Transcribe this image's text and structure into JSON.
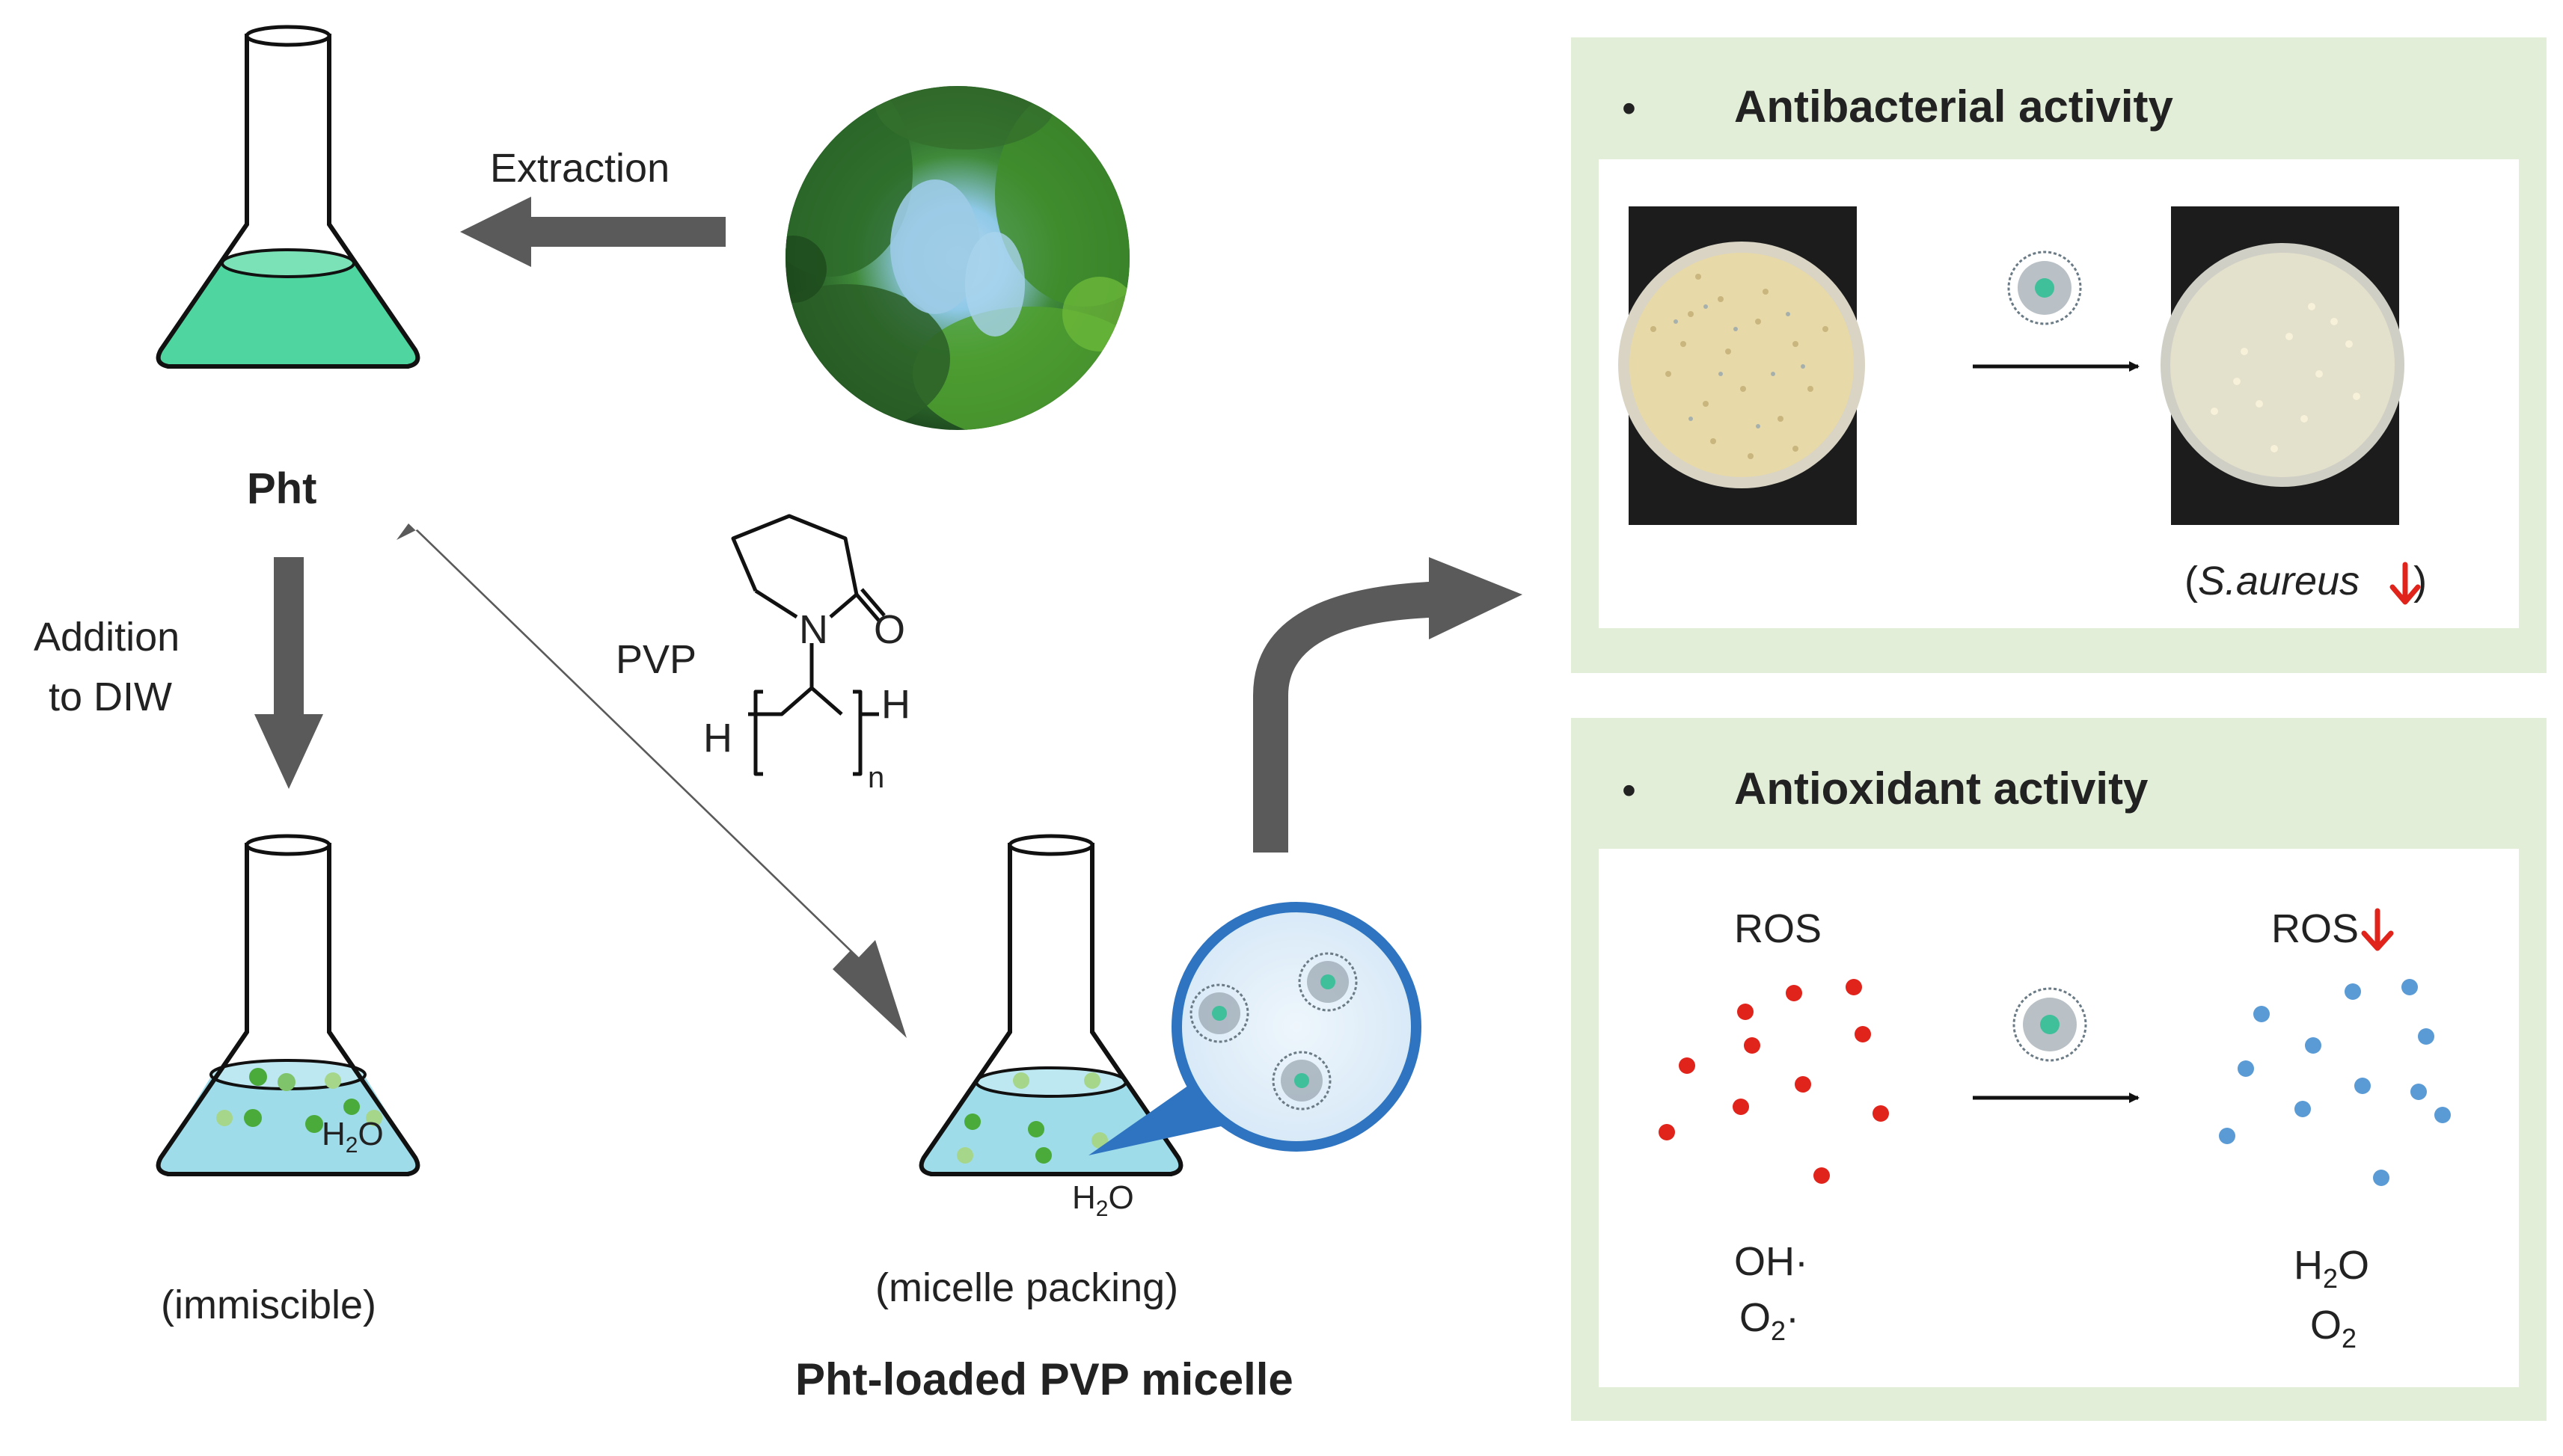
{
  "left": {
    "top_flask_label": "Pht",
    "extraction_label": "Extraction",
    "addition_label_line1": "Addition",
    "addition_label_line2": "to DIW",
    "pvp_label": "PVP",
    "pvp_structure": {
      "N": "N",
      "O": "O",
      "H_left": "H",
      "H_right": "H",
      "n": "n"
    },
    "immiscible_flask": {
      "water": "H",
      "water_sub": "2",
      "water_end": "O",
      "caption": "(immiscible)"
    },
    "micelle_flask": {
      "water": "H",
      "water_sub": "2",
      "water_end": "O",
      "caption": "(micelle packing)"
    },
    "micelle_title": "Pht-loaded PVP micelle"
  },
  "antibacterial": {
    "bullet": "•",
    "title": "Antibacterial activity",
    "result_prefix": "(",
    "result_species": "S.aureus",
    "result_suffix": ")"
  },
  "antioxidant": {
    "bullet": "•",
    "title": "Antioxidant activity",
    "ros_before": "ROS",
    "ros_after": "ROS",
    "species_before_1": "OH·",
    "species_before_2_main": "O",
    "species_before_2_sub": "2",
    "species_before_2_end": "·",
    "species_after_1_main": "H",
    "species_after_1_sub": "2",
    "species_after_1_end": "O",
    "species_after_2_main": "O",
    "species_after_2_sub": "2"
  },
  "colors": {
    "arrow_gray": "#5a5a5a",
    "flask_green": "#4fd6a0",
    "flask_water": "#9fdcea",
    "panel_green": "#e3eed9",
    "ros_red": "#e0241c",
    "neutral_blue": "#5b9bd5",
    "bubble_blue": "#2f74c0"
  }
}
